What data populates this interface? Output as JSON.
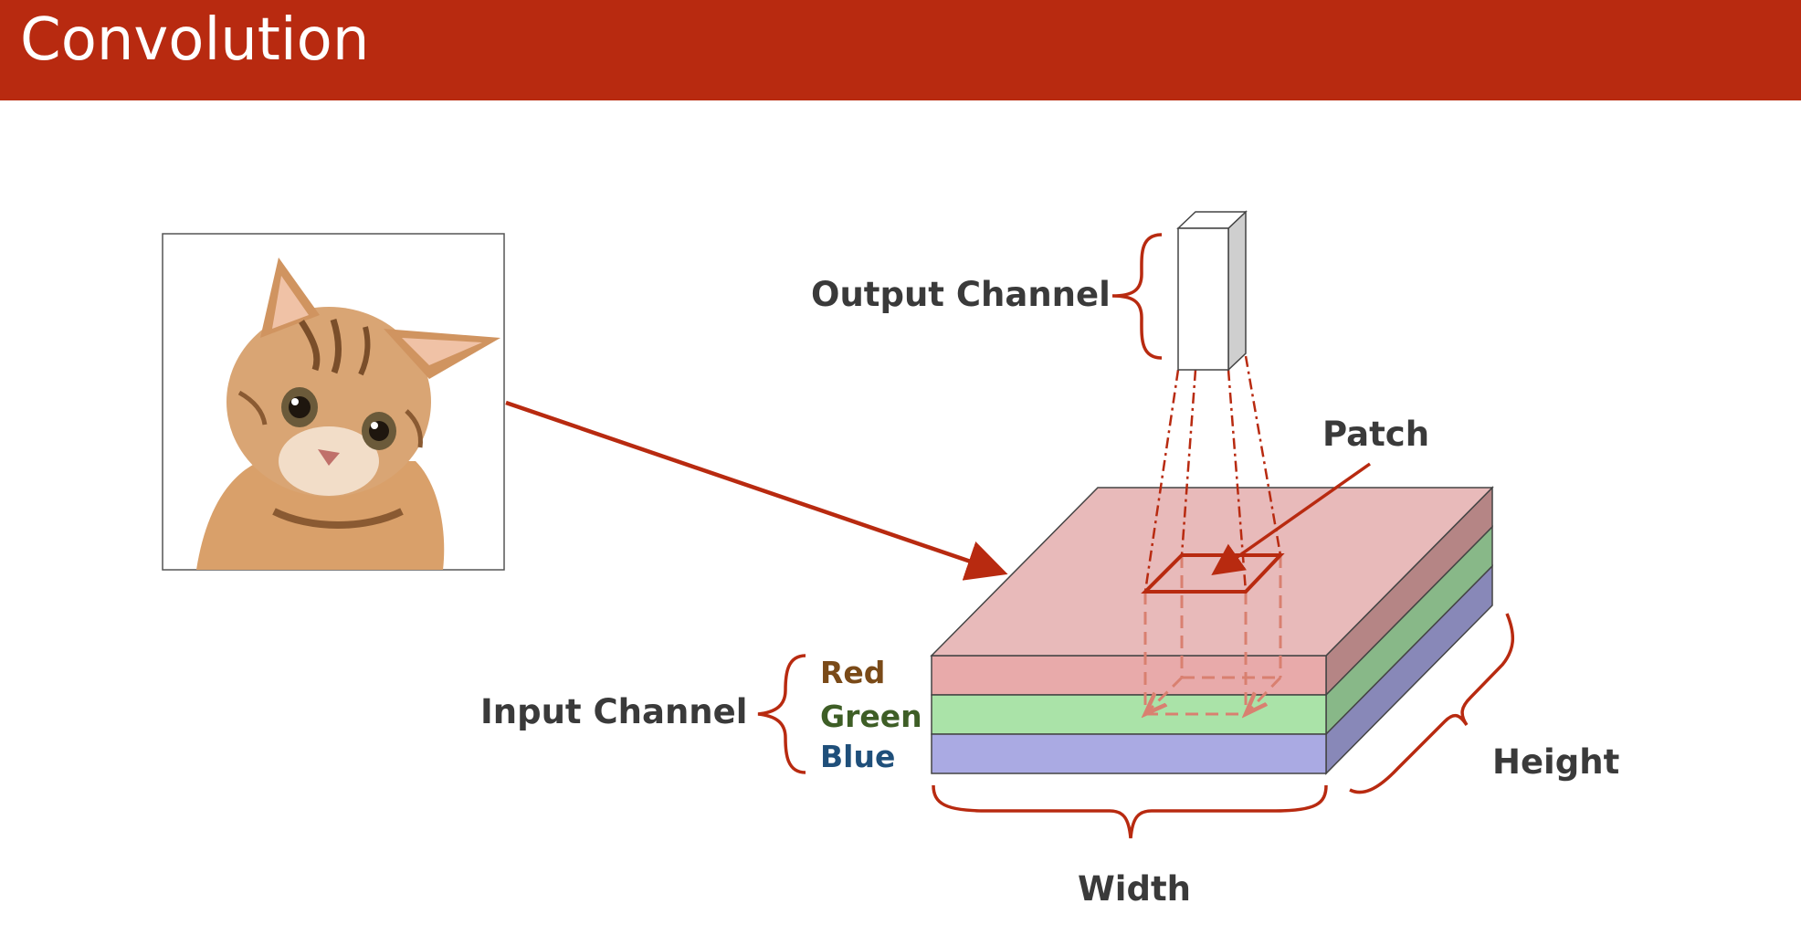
{
  "slide": {
    "title": "Convolution"
  },
  "labels": {
    "output_channel": "Output Channel",
    "patch": "Patch",
    "input_channel": "Input Channel",
    "height": "Height",
    "width": "Width"
  },
  "channels": [
    {
      "name": "Red",
      "text_color": "#7a4a18",
      "side_color": "#e8aaaa"
    },
    {
      "name": "Green",
      "text_color": "#3e5e26",
      "side_color": "#aae3a8"
    },
    {
      "name": "Blue",
      "text_color": "#1f4f7a",
      "side_color": "#aaaae3"
    }
  ],
  "colors": {
    "header": "#b82a10",
    "accent": "#b82a10",
    "top_face": "#e8baba"
  },
  "image": {
    "icon": "cat-photo"
  }
}
